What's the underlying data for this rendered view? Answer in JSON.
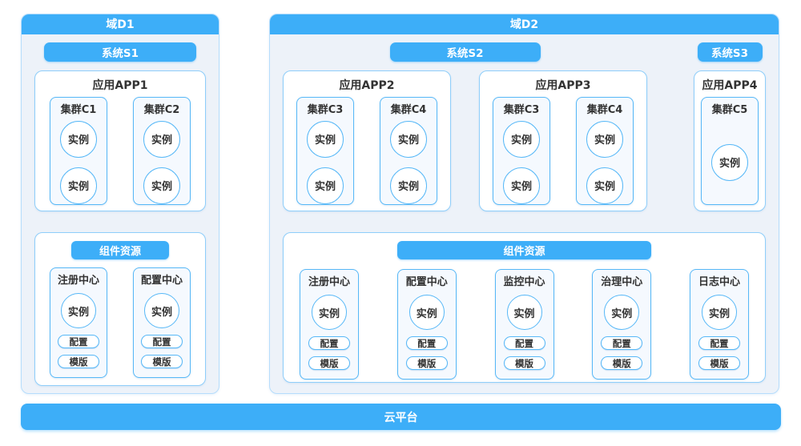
{
  "colors": {
    "primary_blue": "#3DAEF8",
    "leaf_border_blue": "#57B8F7",
    "container_border_blue": "#8FCEFA",
    "domain_body_bg": "#EDF2F9",
    "leaf_bg": "#F5F9FE",
    "text_dark": "#333333",
    "text_white": "#FFFFFF"
  },
  "platform": {
    "label": "云平台"
  },
  "domains": [
    {
      "title": "域D1",
      "systems": [
        {
          "title": "系统S1",
          "apps": [
            {
              "title": "应用APP1",
              "clusters": [
                {
                  "title": "集群C1",
                  "instances": [
                    "实例",
                    "实例"
                  ]
                },
                {
                  "title": "集群C2",
                  "instances": [
                    "实例",
                    "实例"
                  ]
                }
              ]
            }
          ]
        }
      ],
      "components": {
        "title": "组件资源",
        "centers": [
          {
            "title": "注册中心",
            "instance": "实例",
            "pills": [
              "配置",
              "模版"
            ]
          },
          {
            "title": "配置中心",
            "instance": "实例",
            "pills": [
              "配置",
              "模版"
            ]
          }
        ]
      }
    },
    {
      "title": "域D2",
      "systems": [
        {
          "title": "系统S2",
          "apps": [
            {
              "title": "应用APP2",
              "clusters": [
                {
                  "title": "集群C3",
                  "instances": [
                    "实例",
                    "实例"
                  ]
                },
                {
                  "title": "集群C4",
                  "instances": [
                    "实例",
                    "实例"
                  ]
                }
              ]
            },
            {
              "title": "应用APP3",
              "clusters": [
                {
                  "title": "集群C3",
                  "instances": [
                    "实例",
                    "实例"
                  ]
                },
                {
                  "title": "集群C4",
                  "instances": [
                    "实例",
                    "实例"
                  ]
                }
              ]
            }
          ]
        },
        {
          "title": "系统S3",
          "apps": [
            {
              "title": "应用APP4",
              "clusters": [
                {
                  "title": "集群C5",
                  "instances": [
                    "实例"
                  ]
                }
              ]
            }
          ]
        }
      ],
      "components": {
        "title": "组件资源",
        "centers": [
          {
            "title": "注册中心",
            "instance": "实例",
            "pills": [
              "配置",
              "模版"
            ]
          },
          {
            "title": "配置中心",
            "instance": "实例",
            "pills": [
              "配置",
              "模版"
            ]
          },
          {
            "title": "监控中心",
            "instance": "实例",
            "pills": [
              "配置",
              "模版"
            ]
          },
          {
            "title": "治理中心",
            "instance": "实例",
            "pills": [
              "配置",
              "模版"
            ]
          },
          {
            "title": "日志中心",
            "instance": "实例",
            "pills": [
              "配置",
              "模版"
            ]
          }
        ]
      }
    }
  ]
}
